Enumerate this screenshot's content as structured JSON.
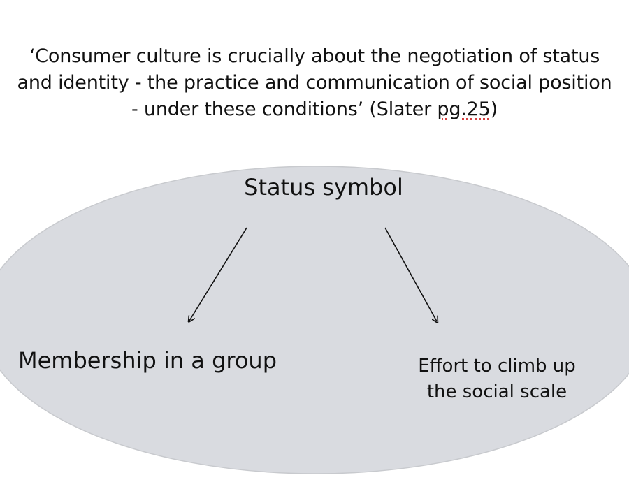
{
  "quote": {
    "line1": "‘Consumer culture is crucially about the negotiation of status",
    "line2": "and identity - the practice and communication of social position",
    "line3_main": "- under these conditions’ (Slater ",
    "line3_ref": "pg.25",
    "line3_end": ")"
  },
  "diagram": {
    "center": "Status symbol",
    "left": "Membership in a group",
    "right_line1": "Effort to climb up",
    "right_line2": "the social scale"
  },
  "colors": {
    "ellipse_fill": "#d9dbe0",
    "ellipse_stroke": "#c8cace",
    "text": "#111111",
    "arrow": "#111111"
  }
}
